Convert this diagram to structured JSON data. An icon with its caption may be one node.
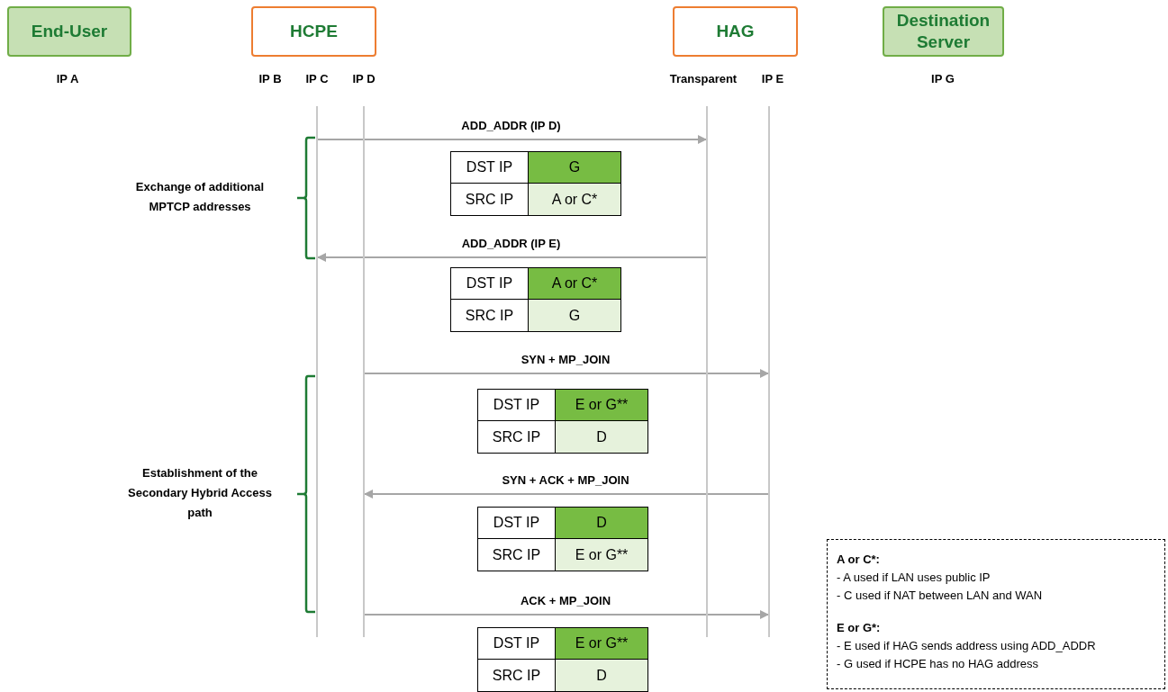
{
  "diagram": {
    "nodes": [
      {
        "text": [
          "End-User"
        ]
      },
      {
        "text": [
          "HCPE"
        ]
      },
      {
        "text": [
          "HAG"
        ]
      },
      {
        "text": [
          "Destination Server"
        ]
      },
      {
        "text": [],
        "shape": "bar"
      },
      {
        "text": [],
        "shape": "bar"
      },
      {
        "text": [],
        "shape": "bar"
      },
      {
        "text": [],
        "shape": "bar"
      },
      {
        "text": [
          "A or C*:",
          "- A used if LAN uses public IP",
          "- C used if NAT between LAN and WAN",
          "E or G*:",
          "- E used if HAG sends address using ADD_ADDR",
          "- G used if HCPE has no HAG address"
        ]
      }
    ],
    "edges": [
      {
        "from": 4,
        "to": 6,
        "arrow": "to",
        "label": "ADD_ADDR (IP D)"
      },
      {
        "from": 6,
        "to": 4,
        "arrow": "to",
        "label": "ADD_ADDR (IP E)"
      },
      {
        "from": 5,
        "to": 7,
        "arrow": "to",
        "label": "SYN + MP_JOIN"
      },
      {
        "from": 7,
        "to": 5,
        "arrow": "to",
        "label": "SYN + ACK + MP_JOIN"
      },
      {
        "from": 5,
        "to": 7,
        "arrow": "to",
        "label": "ACK + MP_JOIN"
      }
    ],
    "labels": [
      "IP A",
      "IP B",
      "IP C",
      "IP D",
      "Transparent",
      "IP E",
      "IP G",
      "Exchange of additional MPTCP addresses",
      "DST IP",
      "G",
      "SRC IP",
      "A or C*",
      "DST IP",
      "A or C*",
      "SRC IP",
      "G",
      "Establishment of the Secondary Hybrid Access path",
      "DST IP",
      "E or G**",
      "SRC IP",
      "D",
      "DST IP",
      "D",
      "SRC IP",
      "E or G**",
      "DST IP",
      "E or G**",
      "SRC IP",
      "D"
    ]
  }
}
